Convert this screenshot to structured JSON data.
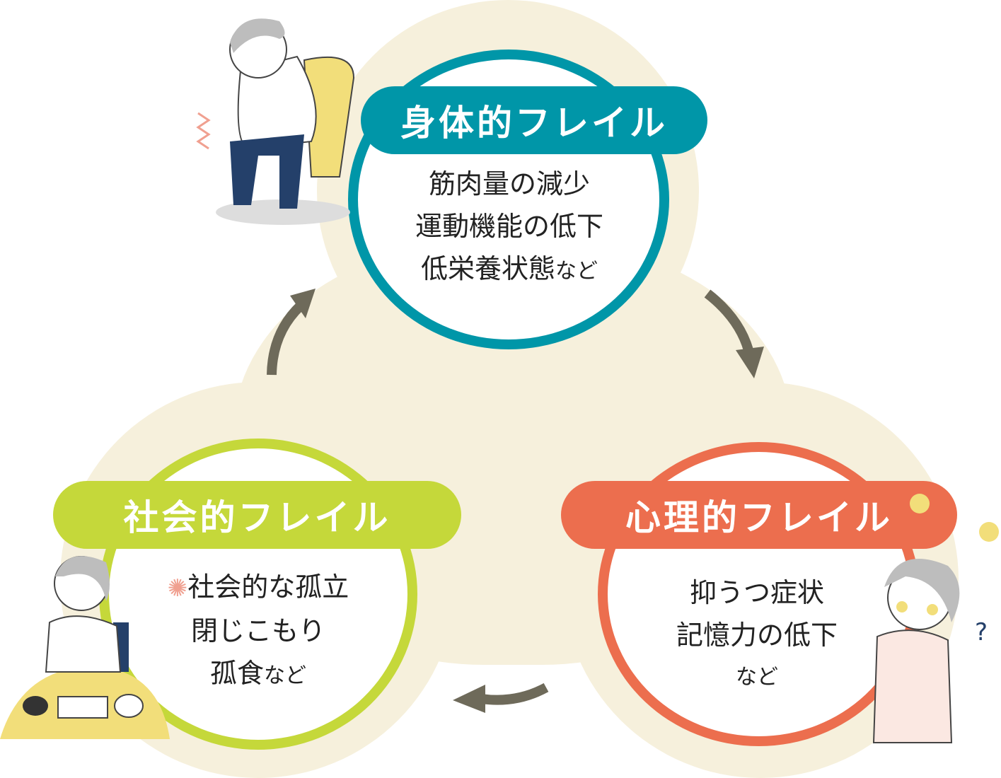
{
  "colors": {
    "physical": "#0096A8",
    "social": "#C5D83A",
    "psychological": "#EC6E4E",
    "background": "#F6F0DC",
    "arrow": "#6E6A5A"
  },
  "physical": {
    "title": "身体的フレイル",
    "lines": [
      "筋肉量の減少",
      "運動機能の低下",
      "低栄養状態"
    ],
    "suffix": "など"
  },
  "psychological": {
    "title": "心理的フレイル",
    "lines": [
      "抑うつ症状",
      "記憶力の低下"
    ],
    "suffix": "など"
  },
  "social": {
    "title": "社会的フレイル",
    "lines": [
      "社会的な孤立",
      "閉じこもり",
      "孤食"
    ],
    "suffix": "など"
  }
}
